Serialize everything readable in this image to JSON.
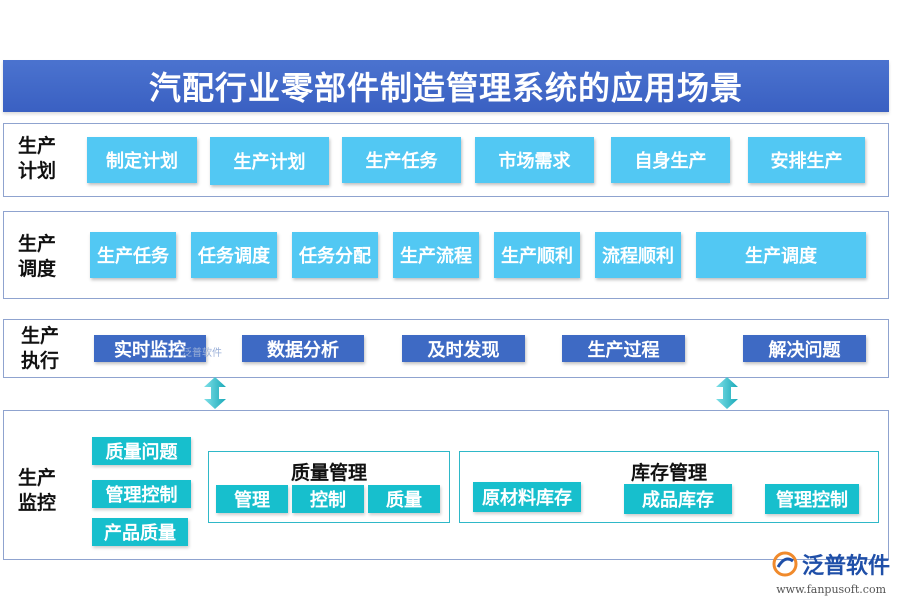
{
  "title": "汽配行业零部件制造管理系统的应用场景",
  "rows": {
    "plan": {
      "label": "生产\n计划",
      "items": [
        "制定计划",
        "生产计划",
        "生产任务",
        "市场需求",
        "自身生产",
        "安排生产"
      ]
    },
    "dispatch": {
      "label": "生产\n调度",
      "items": [
        "生产任务",
        "任务调度",
        "任务分配",
        "生产流程",
        "生产顺利",
        "流程顺利",
        "生产调度"
      ]
    },
    "execute": {
      "label": "生产\n执行",
      "items": [
        "实时监控",
        "数据分析",
        "及时发现",
        "生产过程",
        "解决问题"
      ]
    },
    "monitor": {
      "label": "生产\n监控",
      "items": [
        "质量问题",
        "管理控制",
        "产品质量"
      ],
      "quality": {
        "title": "质量管理",
        "items": [
          "管理",
          "控制",
          "质量"
        ]
      },
      "inventory": {
        "title": "库存管理",
        "items": [
          "原材料库存",
          "成品库存",
          "管理控制"
        ]
      }
    }
  },
  "watermark": "泛普软件",
  "brand": {
    "name": "泛普软件",
    "url": "www.fanpusoft.com"
  },
  "colors": {
    "title_bg": "#3a60c2",
    "cyan": "#52c8f3",
    "blue": "#3e6ac4",
    "teal": "#17bfcd"
  }
}
